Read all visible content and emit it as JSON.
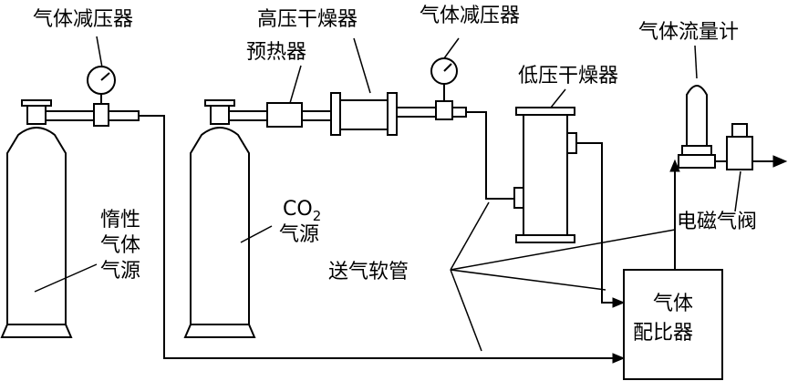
{
  "labels": {
    "reducer_left": "气体减压器",
    "dryer_high": "高压干燥器",
    "reducer_mid": "气体减压器",
    "preheater": "预热器",
    "dryer_low": "低压干燥器",
    "flowmeter": "气体流量计",
    "inert_line1": "惰性",
    "inert_line2": "气体",
    "inert_line3": "气源",
    "co2_main": "CO",
    "co2_sub": "2",
    "co2_source": "气源",
    "solenoid_valve": "电磁气阀",
    "hose": "送气软管",
    "proportioner_line1": "气体",
    "proportioner_line2": "配比器"
  },
  "colors": {
    "stroke": "#000000",
    "background": "#ffffff"
  }
}
